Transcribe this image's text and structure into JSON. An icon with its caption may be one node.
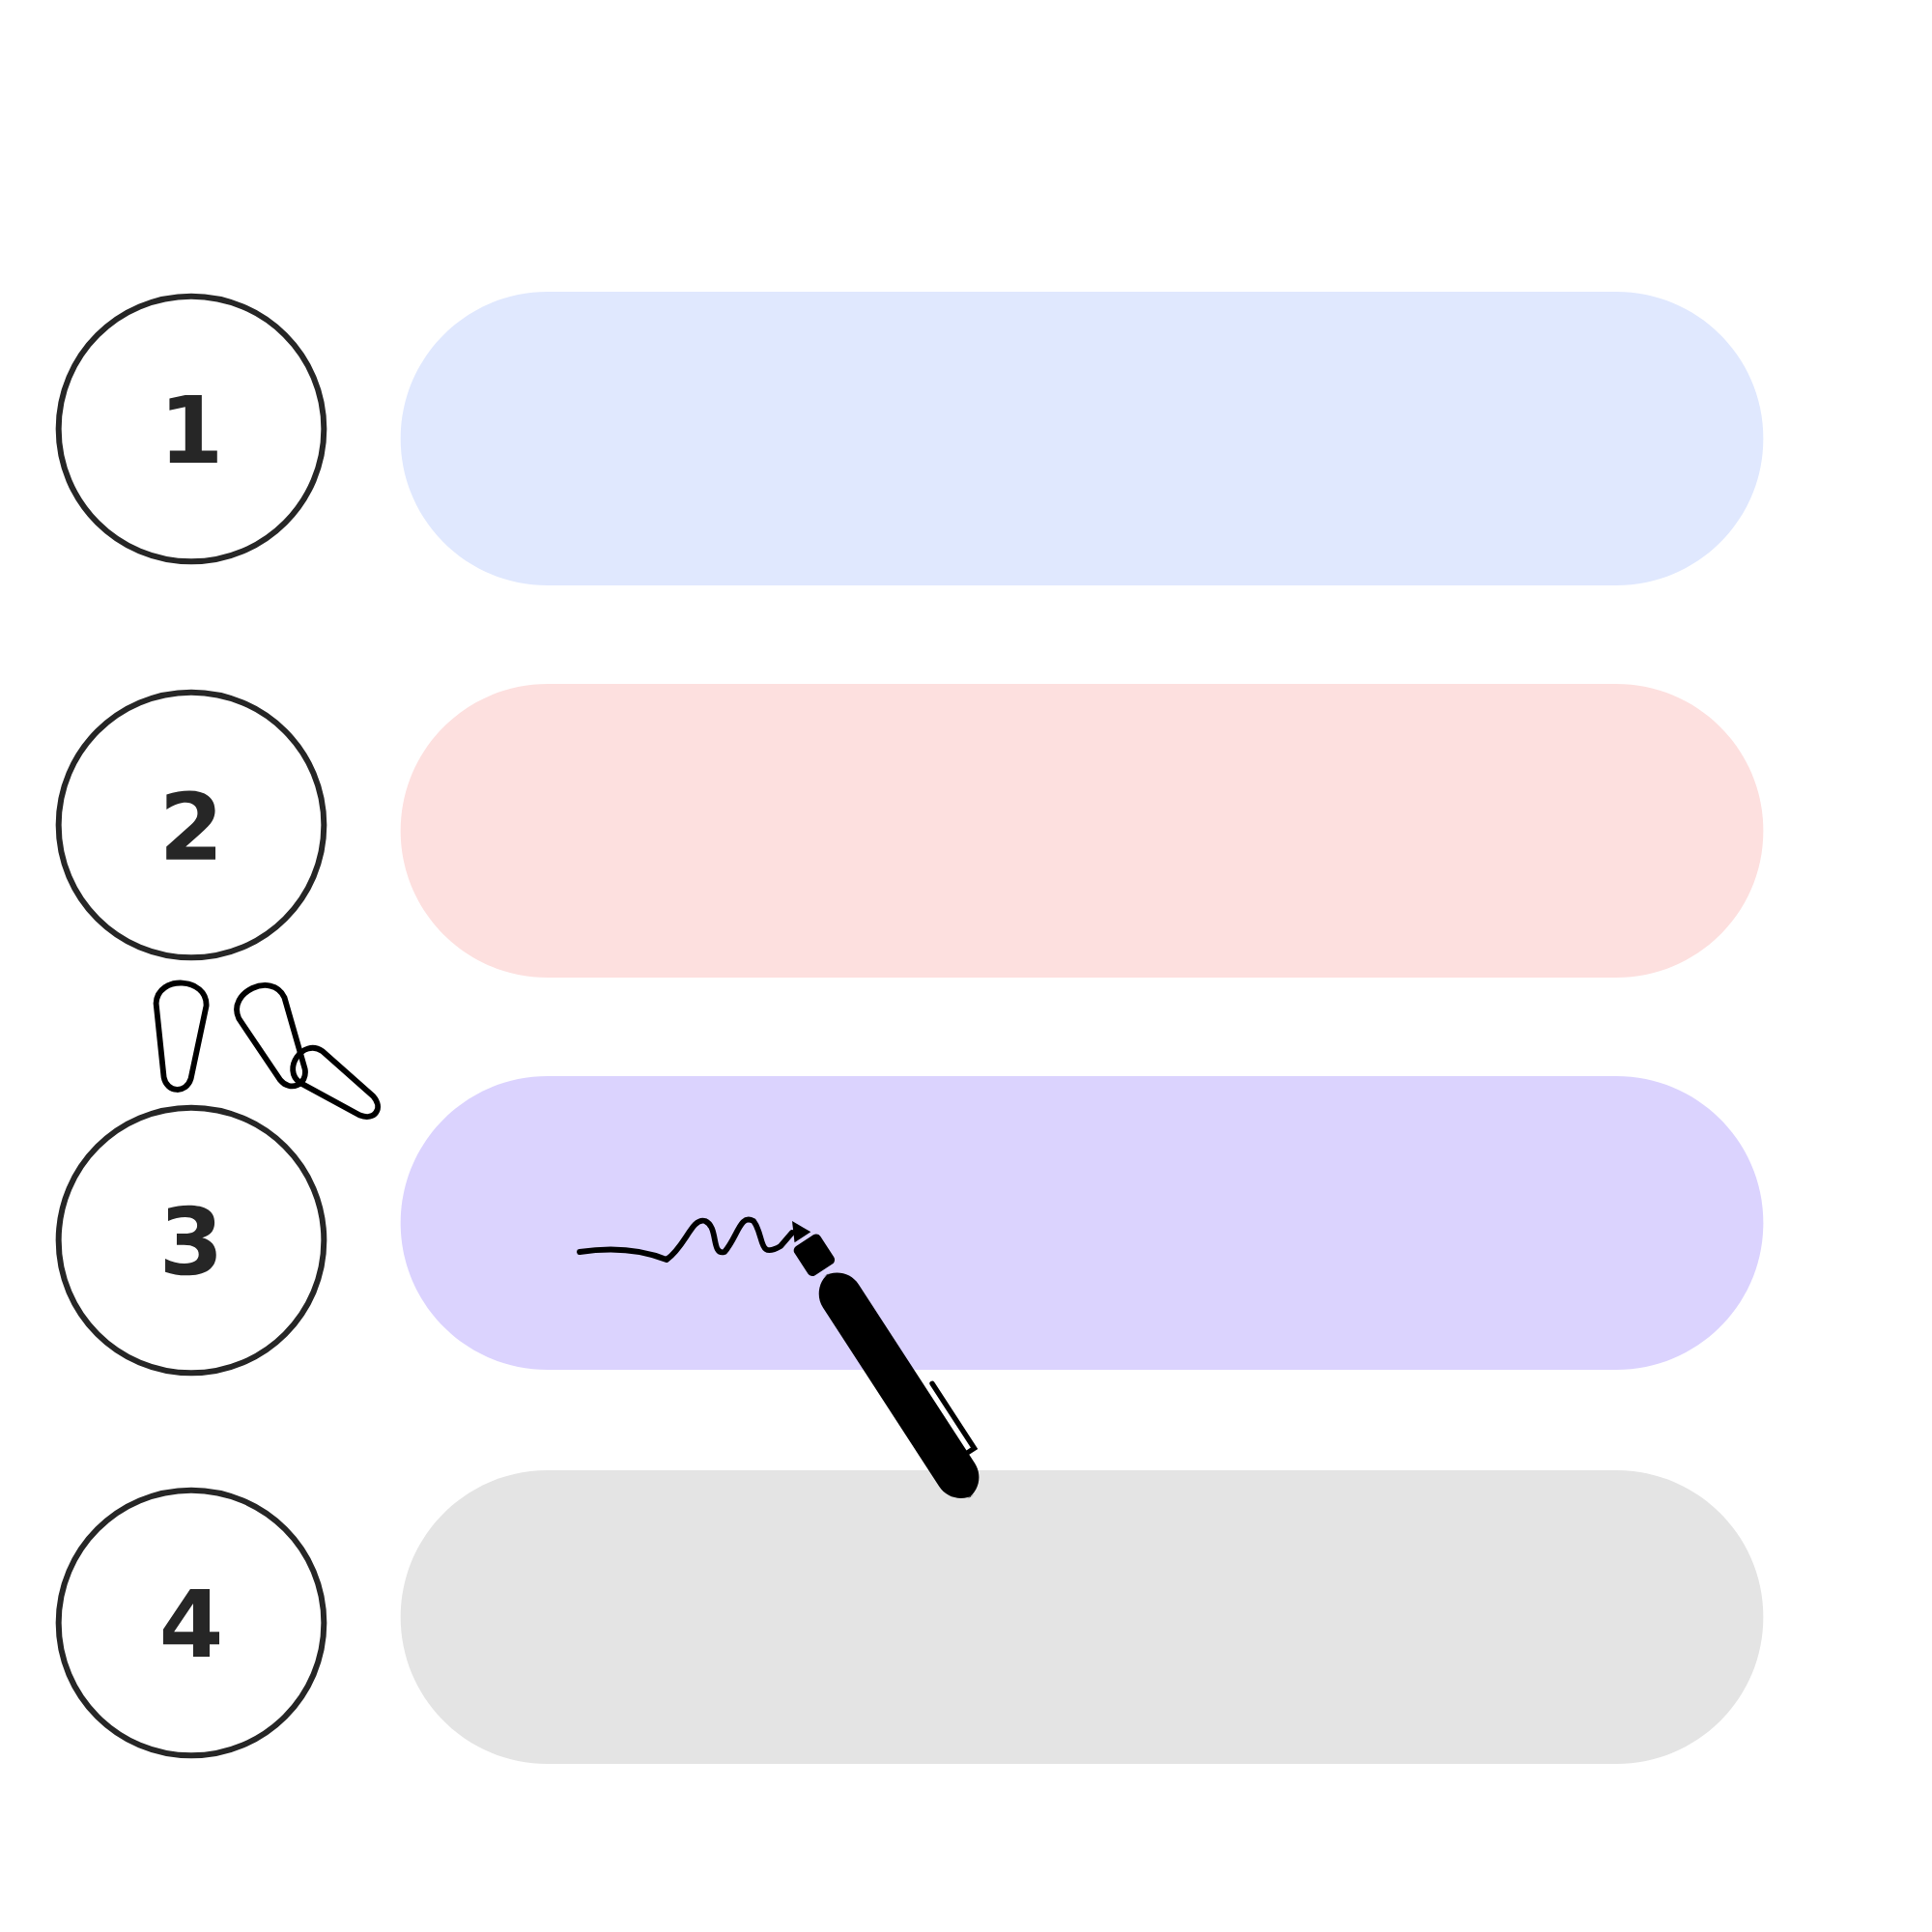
{
  "diagram": {
    "nodes": [
      {
        "text": [
          "1"
        ]
      },
      {
        "text": [],
        "shape": "box"
      },
      {
        "text": [
          "2"
        ]
      },
      {
        "text": [],
        "shape": "box"
      },
      {
        "text": [
          "3"
        ]
      },
      {
        "text": [],
        "shape": "box"
      },
      {
        "text": [
          "4"
        ]
      },
      {
        "text": [],
        "shape": "box"
      }
    ]
  }
}
